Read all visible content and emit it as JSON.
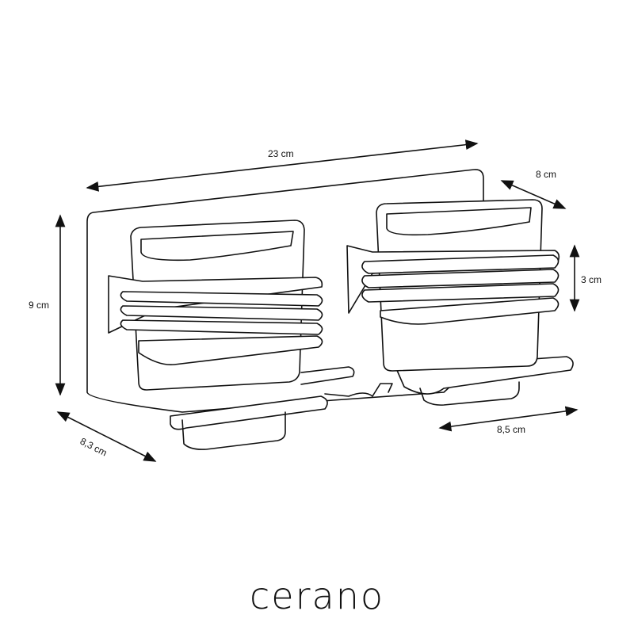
{
  "dimensions": {
    "width_total": "23 cm",
    "depth_top": "8 cm",
    "height": "9 cm",
    "cage_height": "3 cm",
    "depth_left": "8,3 cm",
    "shelf_width": "8,5 cm"
  },
  "brand": {
    "logo_text": "cerano"
  },
  "colors": {
    "line": "#111111",
    "background": "#ffffff"
  }
}
